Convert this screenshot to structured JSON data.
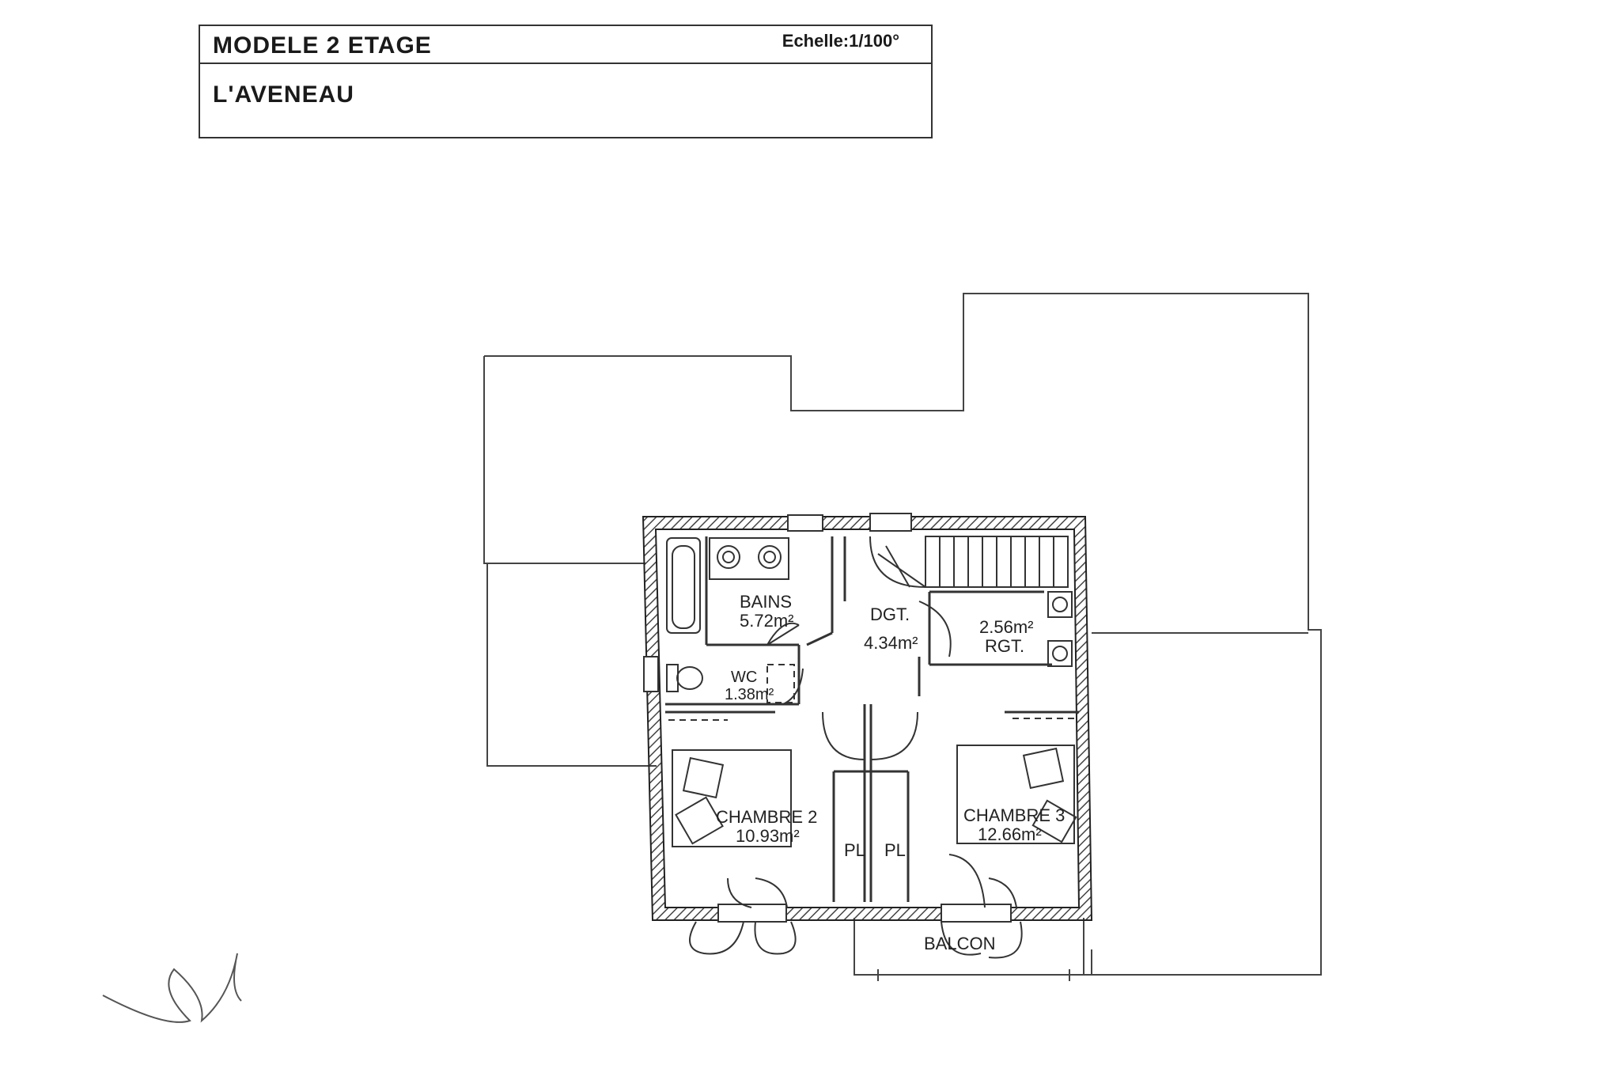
{
  "title_block": {
    "model": "MODELE 2 ETAGE",
    "scale": "Echelle:1/100°",
    "project": "L'AVENEAU"
  },
  "rooms": {
    "bains": {
      "name": "BAINS",
      "area": "5.72m²"
    },
    "dgt": {
      "name": "DGT.",
      "area": "4.34m²"
    },
    "rgt": {
      "name": "RGT.",
      "area": "2.56m²"
    },
    "wc": {
      "name": "WC",
      "area": "1.38m²"
    },
    "chambre2": {
      "name": "CHAMBRE 2",
      "area": "10.93m²"
    },
    "chambre3": {
      "name": "CHAMBRE 3",
      "area": "12.66m²"
    },
    "placard_left": {
      "name": "PL"
    },
    "placard_right": {
      "name": "PL"
    },
    "balcon": {
      "name": "BALCON"
    }
  },
  "colors": {
    "line": "#333333",
    "background": "#ffffff"
  }
}
